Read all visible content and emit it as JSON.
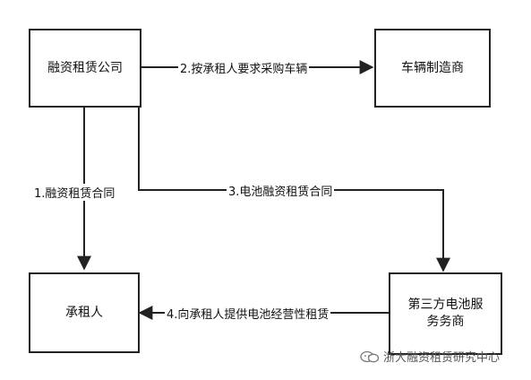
{
  "nodes": {
    "leasing_company": "融资租赁公司",
    "manufacturer": "车辆制造商",
    "lessee": "承租人",
    "battery_provider": "第三方电池服务务商"
  },
  "edges": {
    "e1": "1.融资租赁合同",
    "e2": "2.按承租人要求采购车辆",
    "e3": "3.电池融资租赁合同",
    "e4": "4.向承租人提供电池经营性租赁"
  },
  "watermark": {
    "text": "浙大融资租赁研究中心",
    "icon": "wechat-icon"
  }
}
